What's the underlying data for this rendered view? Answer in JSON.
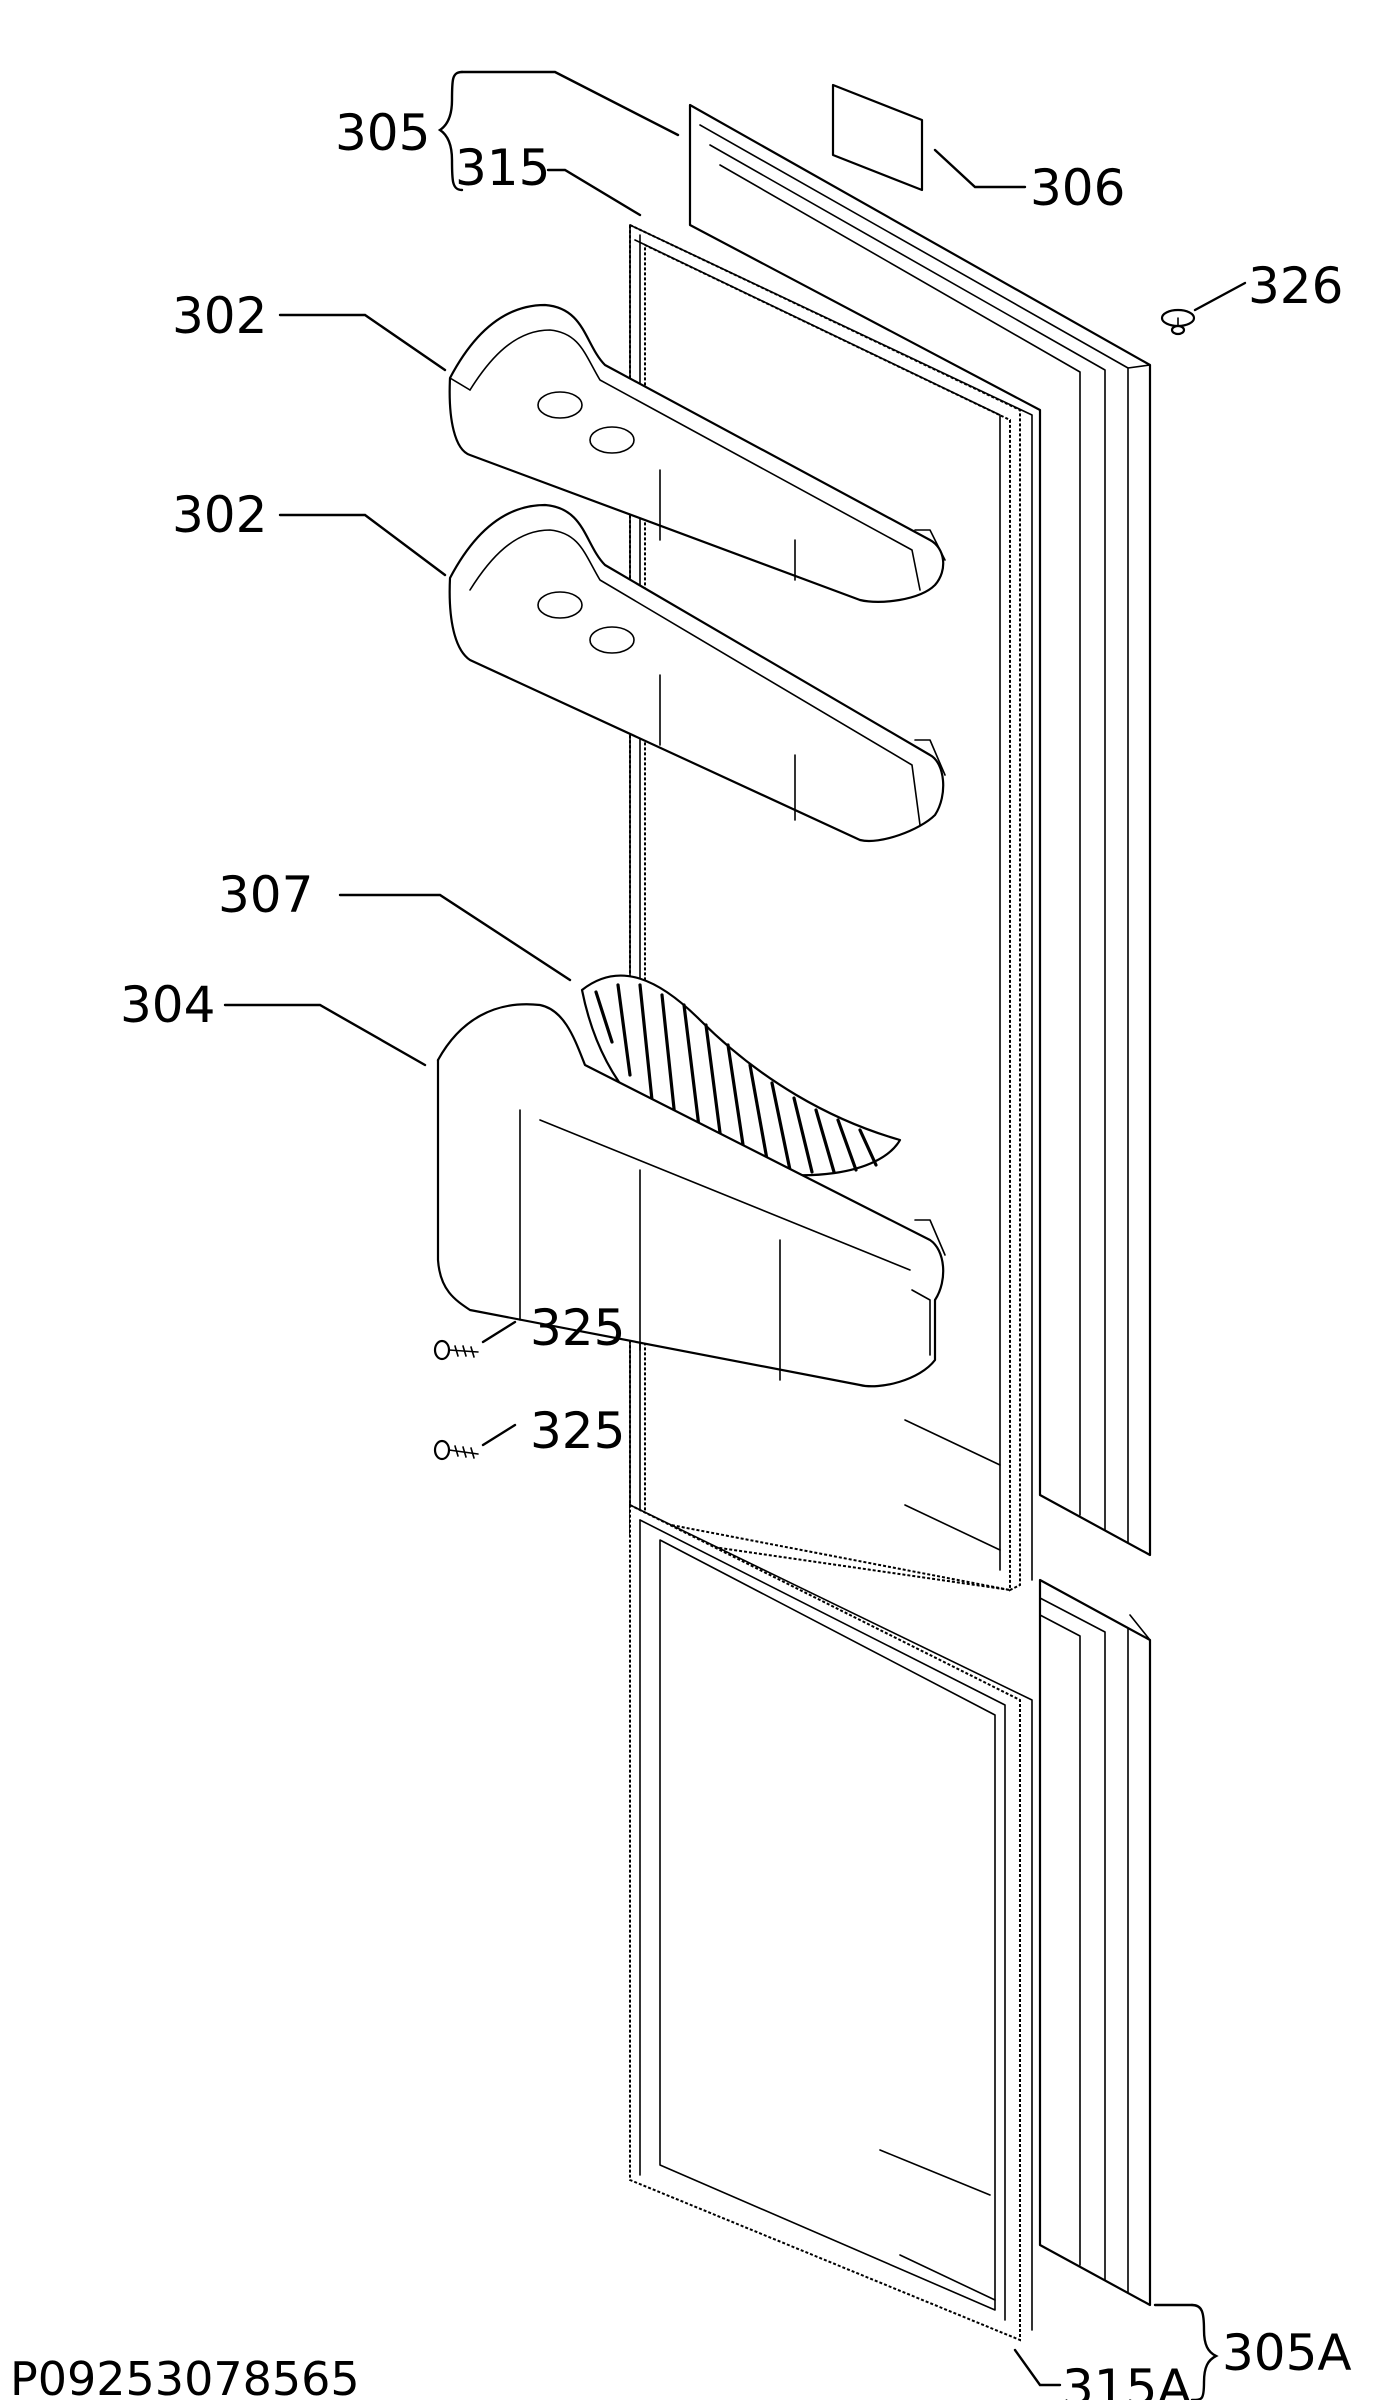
{
  "diagram": {
    "document_code": "P09253078565",
    "callouts": {
      "door_upper": "305",
      "gasket_upper": "315",
      "label_plate": "306",
      "screw_cap": "326",
      "door_shelf_1": "302",
      "door_shelf_2": "302",
      "cover_307": "307",
      "door_shelf_bottle": "304",
      "screw_1": "325",
      "screw_2": "325",
      "door_lower": "305A",
      "gasket_lower": "315A"
    },
    "colors": {
      "line": "#000000",
      "background": "#ffffff"
    }
  }
}
